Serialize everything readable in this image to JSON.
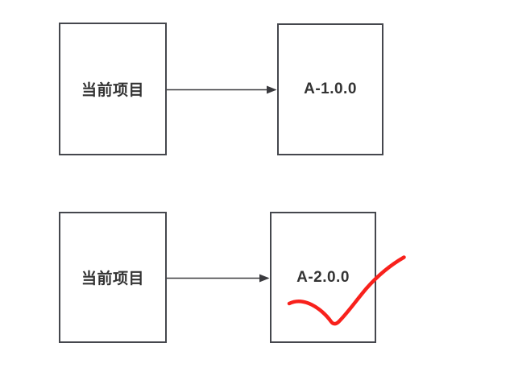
{
  "diagram": {
    "title": "dependency-version-diagram",
    "rows": [
      {
        "source_label": "当前项目",
        "target_label": "A-1.0.0"
      },
      {
        "source_label": "当前项目",
        "target_label": "A-2.0.0",
        "annotation": "red-freehand-checkmark"
      }
    ],
    "colors": {
      "box_border": "#45474d",
      "text": "#333333",
      "arrow": "#3a3a3e",
      "annotation_red": "#f8211c",
      "background": "#ffffff"
    }
  }
}
